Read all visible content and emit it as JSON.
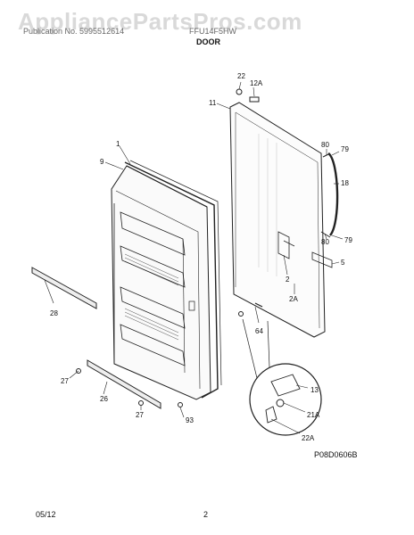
{
  "header": {
    "watermark": "AppliancePartsPros.com",
    "publication": "Publication No. 5995512614",
    "model": "FFU14F5HW",
    "section_title": "DOOR"
  },
  "callouts": [
    "1",
    "9",
    "28",
    "27",
    "26",
    "27",
    "93",
    "22",
    "12A",
    "11",
    "80",
    "79",
    "18",
    "80",
    "79",
    "5",
    "2",
    "2A",
    "64",
    "13",
    "21A",
    "22A"
  ],
  "footer": {
    "date": "05/12",
    "page": "2",
    "diagram_code": "P08D0606B"
  }
}
